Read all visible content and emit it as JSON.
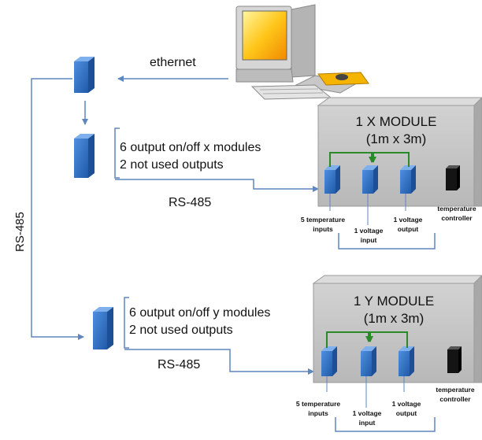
{
  "labels": {
    "ethernet": "ethernet",
    "rs485_vertical": "RS-485",
    "rs485_x": "RS-485",
    "rs485_y": "RS-485"
  },
  "x_group": {
    "line1": "6 output on/off  x modules",
    "line2": "2 not used outputs",
    "module": {
      "title_line1": "1 X MODULE",
      "title_line2": "(1m x 3m)",
      "temp_inputs_1": "5 temperature",
      "temp_inputs_2": "inputs",
      "voltage_input_1": "1 voltage",
      "voltage_input_2": "input",
      "voltage_output_1": "1 voltage",
      "voltage_output_2": "output",
      "controller_1": "temperature",
      "controller_2": "controller"
    }
  },
  "y_group": {
    "line1": "6 output on/off  y modules",
    "line2": "2 not used outputs",
    "module": {
      "title_line1": "1 Y MODULE",
      "title_line2": "(1m x 3m)",
      "temp_inputs_1": "5 temperature",
      "temp_inputs_2": "inputs",
      "voltage_input_1": "1 voltage",
      "voltage_input_2": "input",
      "voltage_output_1": "1 voltage",
      "voltage_output_2": "output",
      "controller_1": "temperature",
      "controller_2": "controller"
    }
  },
  "colors": {
    "device_blue": "#2f6fc1",
    "connector": "#5f86bd",
    "feedback_green": "#2a8a2a",
    "module_gray": "#c4c4c4",
    "controller_black": "#141414"
  },
  "icons": {
    "computer": "computer-icon",
    "device": "cube-device-icon",
    "controller": "black-box-icon"
  }
}
